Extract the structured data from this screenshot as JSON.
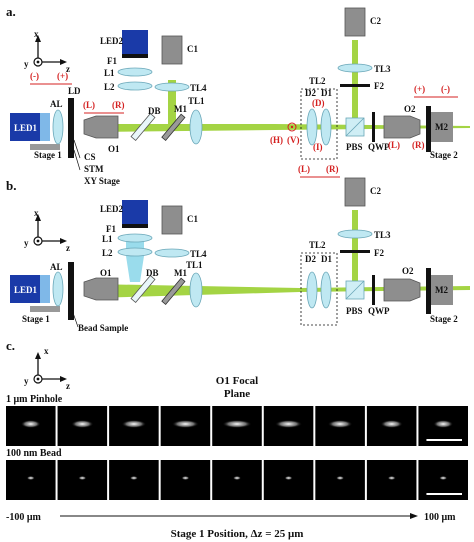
{
  "panel_a": {
    "label": "a.",
    "axes": {
      "x": "x",
      "y": "y",
      "z": "z"
    },
    "components": {
      "led1": "LED1",
      "led2": "LED2",
      "al": "AL",
      "ld": "LD",
      "o1": "O1",
      "db": "DB",
      "m1": "M1",
      "tl1": "TL1",
      "tl2": "TL2",
      "tl3": "TL3",
      "tl4": "TL4",
      "c1": "C1",
      "c2": "C2",
      "f1": "F1",
      "f2": "F2",
      "l1": "L1",
      "l2": "L2",
      "d1": "D1",
      "d2": "D2",
      "pbs": "PBS",
      "qwp": "QWP",
      "o2": "O2",
      "m2": "M2",
      "cs": "CS",
      "stm": "STM",
      "xy_stage": "XY Stage",
      "stage1": "Stage 1",
      "stage2": "Stage 2"
    },
    "signs": {
      "minus": "(-)",
      "plus": "(+)"
    },
    "red_labels": {
      "L": "(L)",
      "R": "(R)",
      "H": "(H)",
      "V": "(V)",
      "D": "(D)",
      "I": "(I)"
    }
  },
  "panel_b": {
    "label": "b.",
    "bead_sample": "Bead Sample"
  },
  "panel_c": {
    "label": "c.",
    "focal_title_1": "O1 Focal",
    "focal_title_2": "Plane",
    "row1_label": "1 μm Pinhole",
    "row2_label": "100 nm Bead",
    "x_start": "-100 μm",
    "x_end": "100 μm",
    "x_title": "Stage 1 Position, Δz = 25 μm",
    "images_per_row": 9,
    "range_um": [
      -100,
      100
    ],
    "step_um": 25
  },
  "colors": {
    "beam": "#9fd23a",
    "lens": "#bfe8f2",
    "red": "#d42020",
    "led": "#1a3aa8"
  }
}
